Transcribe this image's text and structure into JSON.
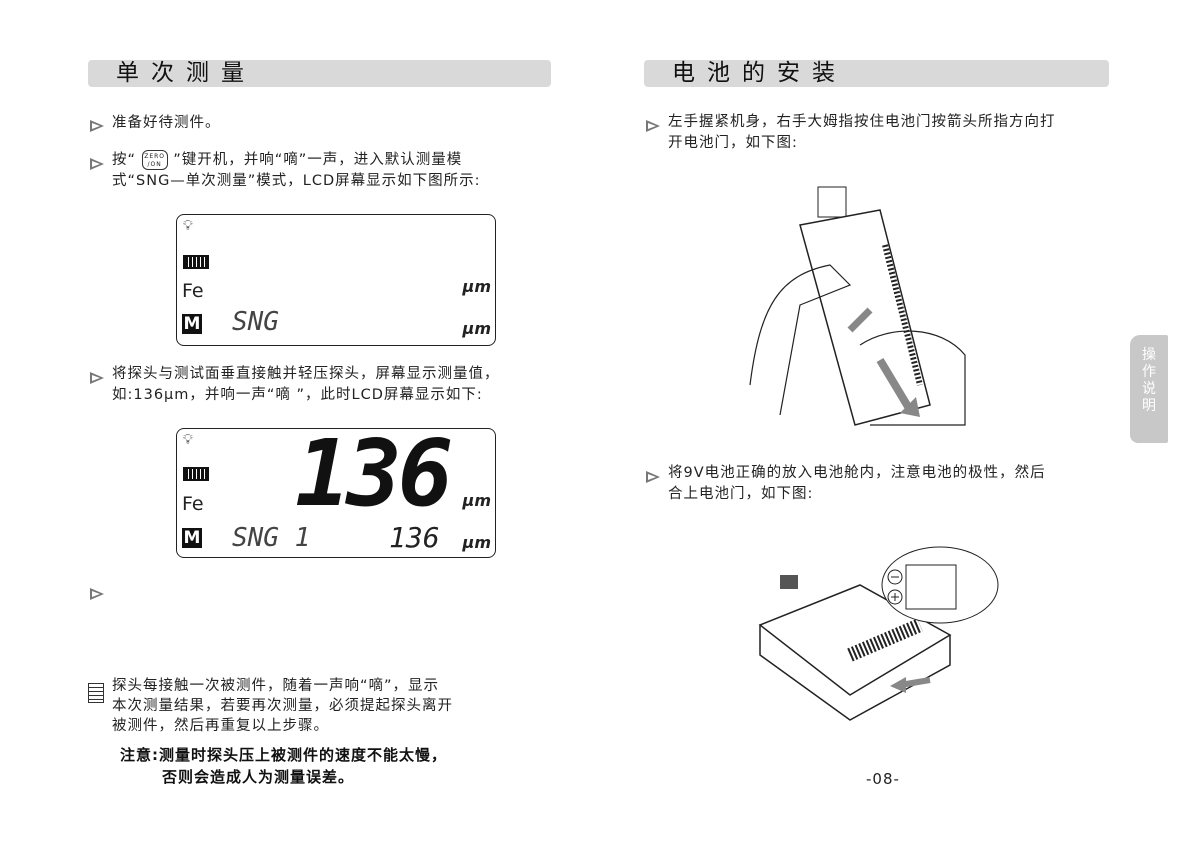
{
  "left": {
    "title": "单次测量",
    "step1": "准备好待测件。",
    "step2_pre": "按“",
    "step2_key_top": "ZERO",
    "step2_key_bottom": "/ON",
    "step2_post": "”键开机，并响“嘀”一声，进入默认测量模",
    "step2_line2": "式“SNG—单次测量”模式，LCD屏幕显示如下图所示:",
    "lcd1": {
      "fe": "Fe",
      "m": "M",
      "mode": "SNG",
      "unit_top": "μm",
      "unit_bottom": "μm"
    },
    "step3_line1": "将探头与测试面垂直接触并轻压探头，屏幕显示测量值，",
    "step3_line2": "如:136μm，并响一声“嘀 ”，此时LCD屏幕显示如下:",
    "lcd2": {
      "fe": "Fe",
      "m": "M",
      "mode": "SNG 1",
      "big_value": "136",
      "small_value": "136",
      "unit_top": "μm",
      "unit_bottom": "μm"
    },
    "note_line1": "探头每接触一次被测件，随着一声响“嘀”，显示",
    "note_line2": "本次测量结果，若要再次测量，必须提起探头离开",
    "note_line3": "被测件，然后再重复以上步骤。",
    "warning_line1": "注意:测量时探头压上被测件的速度不能太慢，",
    "warning_line2": "否则会造成人为测量误差。"
  },
  "right": {
    "title": "电池的安装",
    "step1_line1": "左手握紧机身，右手大姆指按住电池门按箭头所指方向打",
    "step1_line2": "开电池门，如下图:",
    "step2_line1": "将9V电池正确的放入电池舱内，注意电池的极性，然后",
    "step2_line2": "合上电池门，如下图:",
    "page_number": "-08-"
  },
  "side_tab": "操作说明"
}
